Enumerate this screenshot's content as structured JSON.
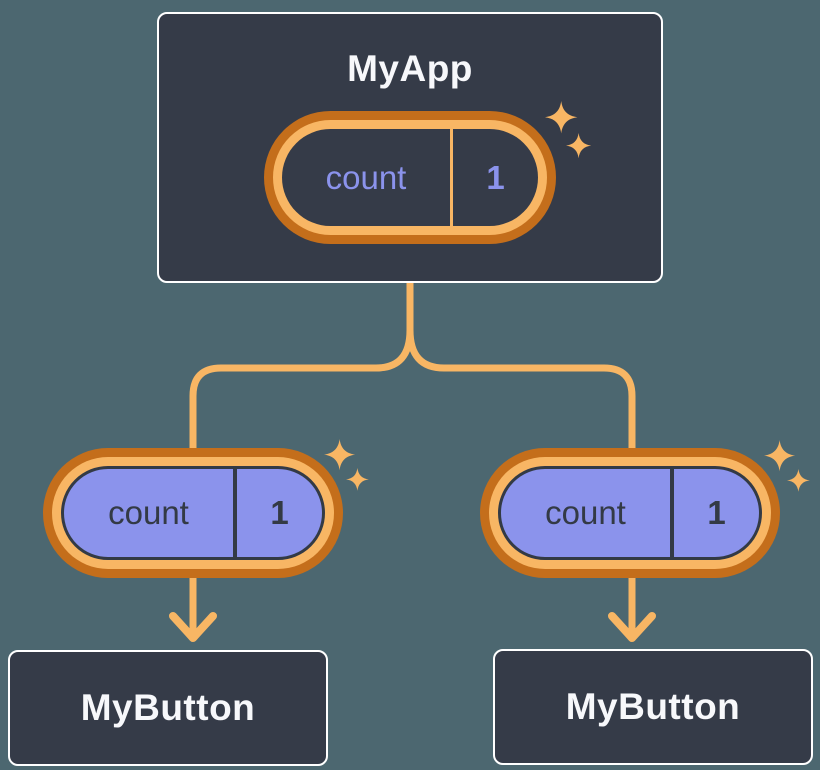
{
  "colors": {
    "background": "#4C6770",
    "node_fill": "#353B48",
    "node_border": "#FFFFFF",
    "connector_orange": "#F8B664",
    "pill_ring_outer_orange": "#C46E1B",
    "pill_ring_inner_orange": "#F8B664",
    "pill_purple": "#8B93EC",
    "text_light": "#F7F8FB",
    "text_dark": "#333A45"
  },
  "icons": {
    "sparkle": "four-point-star",
    "arrowhead": "chevron-down"
  },
  "root_node": {
    "title": "MyApp",
    "state_pill": {
      "label": "count",
      "value": "1"
    }
  },
  "child_nodes": [
    {
      "title": "MyButton",
      "prop_pill": {
        "label": "count",
        "value": "1"
      }
    },
    {
      "title": "MyButton",
      "prop_pill": {
        "label": "count",
        "value": "1"
      }
    }
  ]
}
